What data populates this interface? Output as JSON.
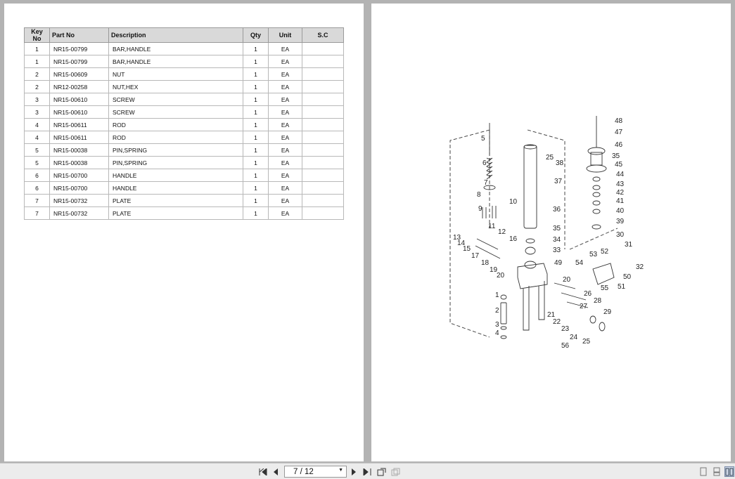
{
  "table": {
    "headers": {
      "key": "Key No",
      "part": "Part No",
      "desc": "Description",
      "qty": "Qty",
      "unit": "Unit",
      "sc": "S.C"
    },
    "rows": [
      {
        "key": "1",
        "part": "NR15-00799",
        "desc": "BAR,HANDLE",
        "qty": "1",
        "unit": "EA",
        "sc": ""
      },
      {
        "key": "1",
        "part": "NR15-00799",
        "desc": "BAR,HANDLE",
        "qty": "1",
        "unit": "EA",
        "sc": ""
      },
      {
        "key": "2",
        "part": "NR15-00609",
        "desc": "NUT",
        "qty": "1",
        "unit": "EA",
        "sc": ""
      },
      {
        "key": "2",
        "part": "NR12-00258",
        "desc": "NUT,HEX",
        "qty": "1",
        "unit": "EA",
        "sc": ""
      },
      {
        "key": "3",
        "part": "NR15-00610",
        "desc": "SCREW",
        "qty": "1",
        "unit": "EA",
        "sc": ""
      },
      {
        "key": "3",
        "part": "NR15-00610",
        "desc": "SCREW",
        "qty": "1",
        "unit": "EA",
        "sc": ""
      },
      {
        "key": "4",
        "part": "NR15-00611",
        "desc": "ROD",
        "qty": "1",
        "unit": "EA",
        "sc": ""
      },
      {
        "key": "4",
        "part": "NR15-00611",
        "desc": "ROD",
        "qty": "1",
        "unit": "EA",
        "sc": ""
      },
      {
        "key": "5",
        "part": "NR15-00038",
        "desc": "PIN,SPRING",
        "qty": "1",
        "unit": "EA",
        "sc": ""
      },
      {
        "key": "5",
        "part": "NR15-00038",
        "desc": "PIN,SPRING",
        "qty": "1",
        "unit": "EA",
        "sc": ""
      },
      {
        "key": "6",
        "part": "NR15-00700",
        "desc": "HANDLE",
        "qty": "1",
        "unit": "EA",
        "sc": ""
      },
      {
        "key": "6",
        "part": "NR15-00700",
        "desc": "HANDLE",
        "qty": "1",
        "unit": "EA",
        "sc": ""
      },
      {
        "key": "7",
        "part": "NR15-00732",
        "desc": "PLATE",
        "qty": "1",
        "unit": "EA",
        "sc": ""
      },
      {
        "key": "7",
        "part": "NR15-00732",
        "desc": "PLATE",
        "qty": "1",
        "unit": "EA",
        "sc": ""
      }
    ]
  },
  "diagram": {
    "callouts": [
      "1",
      "2",
      "3",
      "4",
      "5",
      "6",
      "7",
      "8",
      "9",
      "10",
      "11",
      "12",
      "13",
      "14",
      "15",
      "16",
      "17",
      "18",
      "19",
      "20",
      "20",
      "21",
      "22",
      "23",
      "24",
      "25",
      "25",
      "26",
      "27",
      "28",
      "29",
      "30",
      "31",
      "32",
      "33",
      "34",
      "35",
      "35",
      "36",
      "37",
      "38",
      "39",
      "40",
      "41",
      "42",
      "43",
      "44",
      "45",
      "46",
      "47",
      "48",
      "49",
      "50",
      "51",
      "52",
      "53",
      "54",
      "55",
      "56"
    ]
  },
  "toolbar": {
    "page_indicator": "7 / 12",
    "icons": [
      "first-page-icon",
      "prev-page-icon",
      "next-page-icon",
      "last-page-icon",
      "rotate-icon",
      "compare-icon",
      "single-page-icon",
      "continuous-page-icon",
      "two-page-icon"
    ]
  }
}
